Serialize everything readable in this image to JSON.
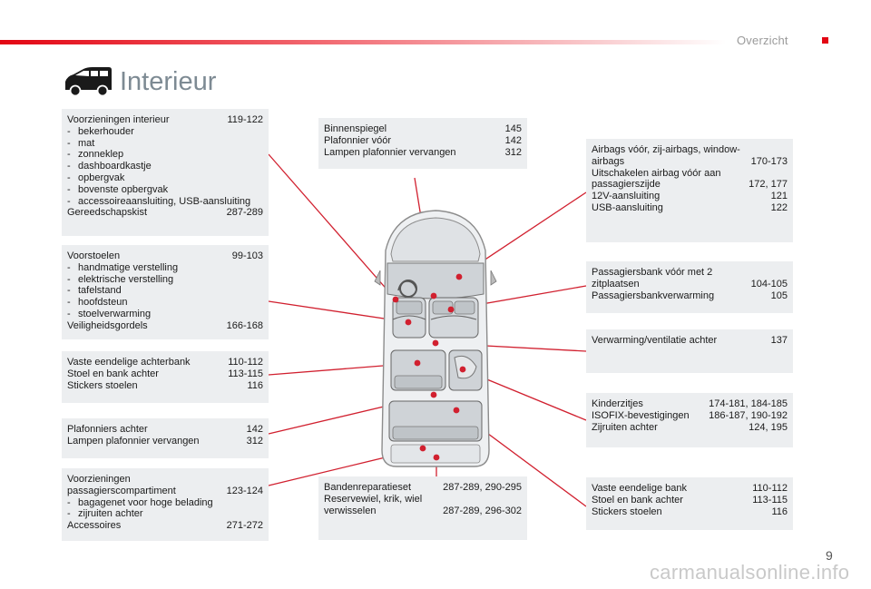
{
  "header": {
    "section": "Overzicht",
    "accent": "#e30613"
  },
  "title": "Interieur",
  "page_number": "9",
  "watermark": "carmanualsonline.info",
  "boxes": {
    "b1": {
      "rows": [
        {
          "label": "Voorzieningen interieur",
          "pages": "119-122"
        },
        {
          "label": "bekerhouder",
          "sub": true
        },
        {
          "label": "mat",
          "sub": true
        },
        {
          "label": "zonneklep",
          "sub": true
        },
        {
          "label": "dashboardkastje",
          "sub": true
        },
        {
          "label": "opbergvak",
          "sub": true
        },
        {
          "label": "bovenste opbergvak",
          "sub": true
        },
        {
          "label": "accessoireaansluiting, USB-aansluiting",
          "sub": true
        },
        {
          "label": "Gereedschapskist",
          "pages": "287-289"
        }
      ]
    },
    "b2": {
      "rows": [
        {
          "label": "Voorstoelen",
          "pages": "99-103"
        },
        {
          "label": "handmatige verstelling",
          "sub": true
        },
        {
          "label": "elektrische verstelling",
          "sub": true
        },
        {
          "label": "tafelstand",
          "sub": true
        },
        {
          "label": "hoofdsteun",
          "sub": true
        },
        {
          "label": "stoelverwarming",
          "sub": true
        },
        {
          "label": "Veiligheidsgordels",
          "pages": "166-168"
        }
      ]
    },
    "b3": {
      "rows": [
        {
          "label": "Vaste eendelige achterbank",
          "pages": "110-112"
        },
        {
          "label": "Stoel en bank achter",
          "pages": "113-115"
        },
        {
          "label": "Stickers stoelen",
          "pages": "116"
        }
      ]
    },
    "b4": {
      "rows": [
        {
          "label": "Plafonniers achter",
          "pages": "142"
        },
        {
          "label": "Lampen plafonnier vervangen",
          "pages": "312"
        }
      ]
    },
    "b5": {
      "rows": [
        {
          "label": "Voorzieningen passagierscompartiment",
          "pages": "123-124"
        },
        {
          "label": "bagagenet voor hoge belading",
          "sub": true
        },
        {
          "label": "zijruiten achter",
          "sub": true
        },
        {
          "label": "Accessoires",
          "pages": "271-272"
        }
      ]
    },
    "b6": {
      "rows": [
        {
          "label": "Binnenspiegel",
          "pages": "145"
        },
        {
          "label": "Plafonnier vóór",
          "pages": "142"
        },
        {
          "label": "Lampen plafonnier vervangen",
          "pages": "312"
        }
      ]
    },
    "b7": {
      "rows": [
        {
          "label": "Bandenreparatieset",
          "pages": "287-289, 290-295"
        },
        {
          "label": "Reservewiel, krik, wiel verwisselen",
          "pages": "287-289, 296-302"
        }
      ]
    },
    "b8": {
      "rows": [
        {
          "label": "Airbags vóór, zij-airbags, window-airbags",
          "pages": "170-173"
        },
        {
          "label": "Uitschakelen airbag vóór aan passagierszijde",
          "pages": "172, 177"
        },
        {
          "label": "12V-aansluiting",
          "pages": "121"
        },
        {
          "label": "USB-aansluiting",
          "pages": "122"
        }
      ]
    },
    "b9": {
      "rows": [
        {
          "label": "Passagiersbank vóór met 2 zitplaatsen",
          "pages": "104-105"
        },
        {
          "label": "Passagiersbankverwarming",
          "pages": "105"
        }
      ]
    },
    "b10": {
      "rows": [
        {
          "label": "Verwarming/ventilatie achter",
          "pages": "137"
        }
      ]
    },
    "b11": {
      "rows": [
        {
          "label": "Kinderzitjes",
          "pages": "174-181, 184-185"
        },
        {
          "label": "ISOFIX-bevestigingen",
          "pages": "186-187, 190-192"
        },
        {
          "label": "Zijruiten achter",
          "pages": "124, 195"
        }
      ]
    },
    "b12": {
      "rows": [
        {
          "label": "Vaste eendelige bank",
          "pages": "110-112"
        },
        {
          "label": "Stoel en bank achter",
          "pages": "113-115"
        },
        {
          "label": "Stickers stoelen",
          "pages": "116"
        }
      ]
    }
  }
}
